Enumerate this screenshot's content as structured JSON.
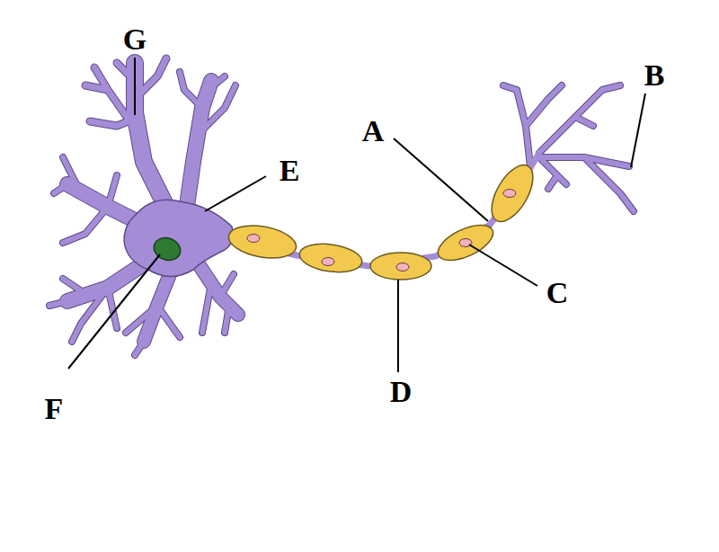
{
  "diagram": {
    "labels": [
      "G",
      "B",
      "A",
      "E",
      "C",
      "D",
      "F"
    ]
  }
}
